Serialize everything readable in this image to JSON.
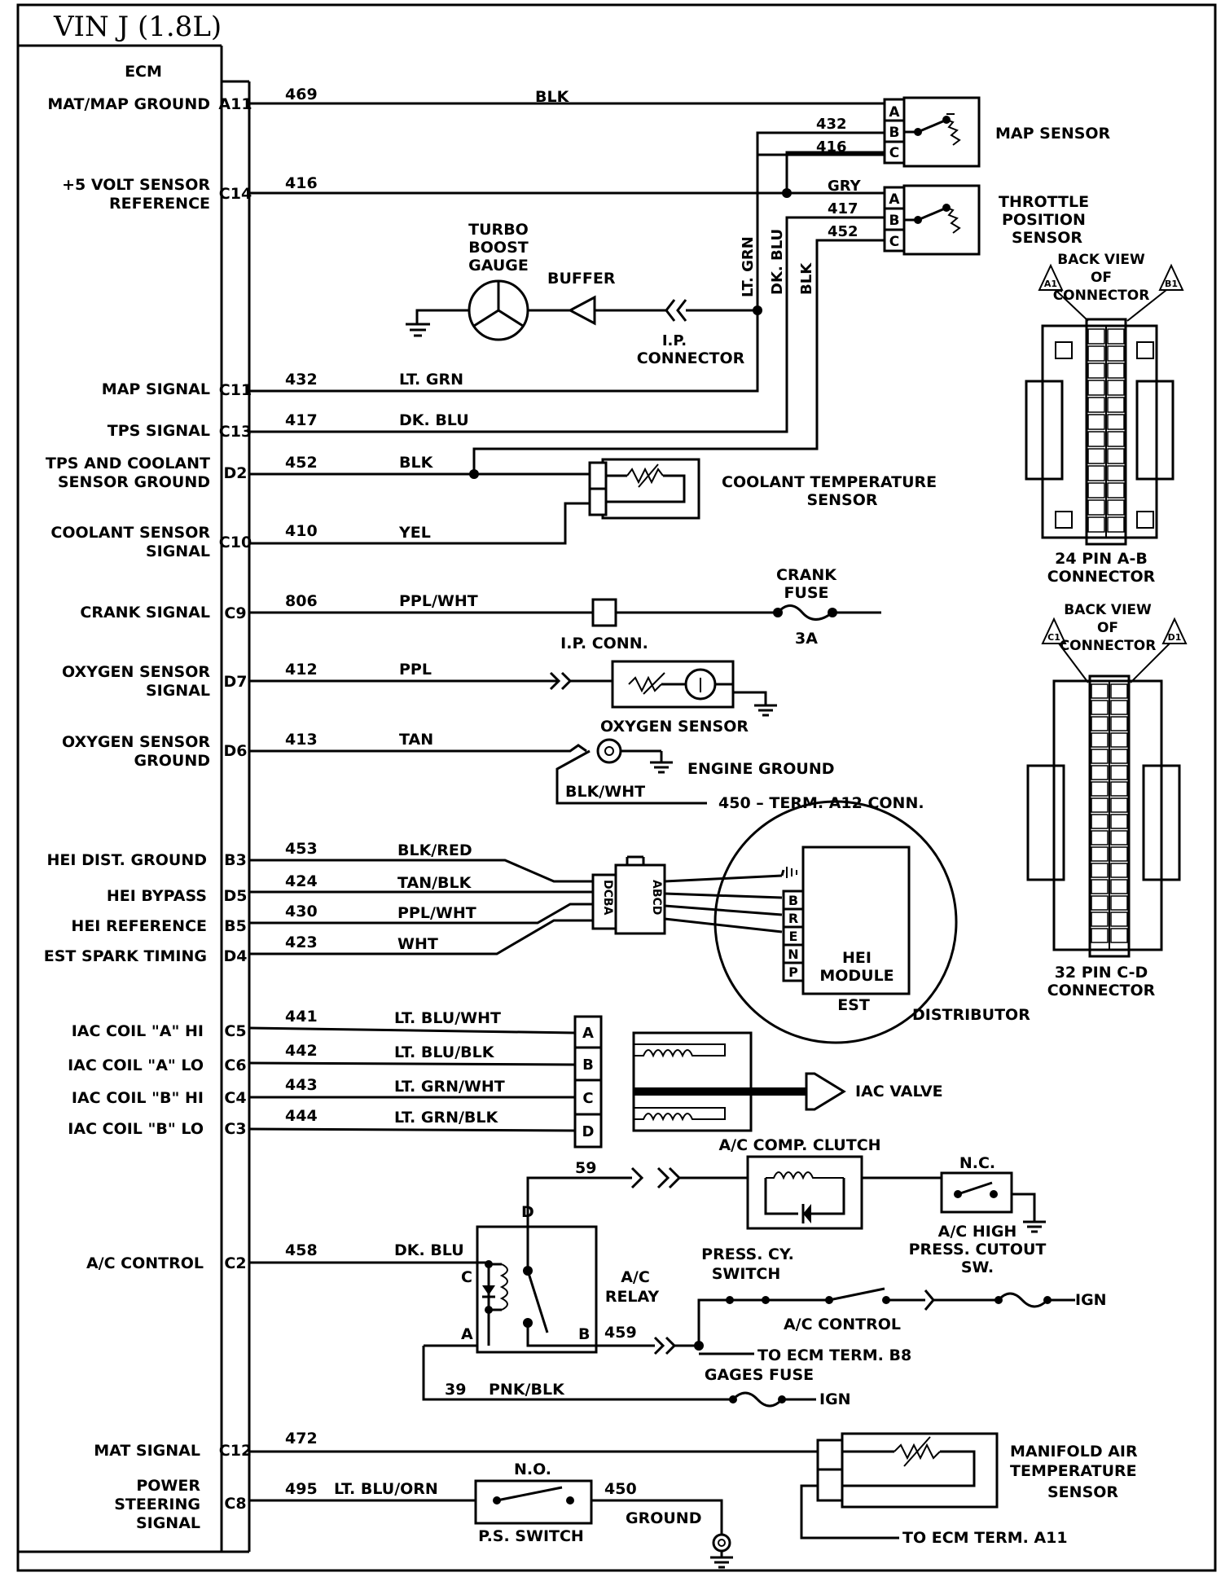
{
  "title": "VIN J (1.8L)",
  "ecm": {
    "label": "ECM",
    "pins": [
      {
        "name": "MAT/MAP GROUND",
        "pin": "A11"
      },
      {
        "name": "+5 VOLT SENSOR",
        "name2": "REFERENCE",
        "pin": "C14"
      },
      {
        "name": "MAP SIGNAL",
        "pin": "C11"
      },
      {
        "name": "TPS SIGNAL",
        "pin": "C13"
      },
      {
        "name": "TPS AND COOLANT",
        "name2": "SENSOR GROUND",
        "pin": "D2"
      },
      {
        "name": "COOLANT SENSOR",
        "name2": "SIGNAL",
        "pin": "C10"
      },
      {
        "name": "CRANK SIGNAL",
        "pin": "C9"
      },
      {
        "name": "OXYGEN SENSOR",
        "name2": "SIGNAL",
        "pin": "D7"
      },
      {
        "name": "OXYGEN SENSOR",
        "name2": "GROUND",
        "pin": "D6"
      },
      {
        "name": "HEI DIST. GROUND",
        "pin": "B3"
      },
      {
        "name": "HEI BYPASS",
        "pin": "D5"
      },
      {
        "name": "HEI REFERENCE",
        "pin": "B5"
      },
      {
        "name": "EST SPARK TIMING",
        "pin": "D4"
      },
      {
        "name": "IAC COIL \"A\" HI",
        "pin": "C5"
      },
      {
        "name": "IAC COIL \"A\" LO",
        "pin": "C6"
      },
      {
        "name": "IAC COIL \"B\" HI",
        "pin": "C4"
      },
      {
        "name": "IAC COIL \"B\" LO",
        "pin": "C3"
      },
      {
        "name": "A/C CONTROL",
        "pin": "C2"
      },
      {
        "name": "MAT SIGNAL",
        "pin": "C12"
      },
      {
        "name": "POWER",
        "name2": "STEERING",
        "name3": "SIGNAL",
        "pin": "C8"
      }
    ]
  },
  "circuits": [
    {
      "num": "469",
      "color": "BLK"
    },
    {
      "num": "416",
      "color": ""
    },
    {
      "num": "432",
      "color": "LT. GRN"
    },
    {
      "num": "417",
      "color": "DK. BLU"
    },
    {
      "num": "452",
      "color": "BLK"
    },
    {
      "num": "410",
      "color": "YEL"
    },
    {
      "num": "806",
      "color": "PPL/WHT"
    },
    {
      "num": "412",
      "color": "PPL"
    },
    {
      "num": "413",
      "color": "TAN"
    },
    {
      "num": "453",
      "color": "BLK/RED"
    },
    {
      "num": "424",
      "color": "TAN/BLK"
    },
    {
      "num": "430",
      "color": "PPL/WHT"
    },
    {
      "num": "423",
      "color": "WHT"
    },
    {
      "num": "441",
      "color": "LT. BLU/WHT"
    },
    {
      "num": "442",
      "color": "LT. BLU/BLK"
    },
    {
      "num": "443",
      "color": "LT. GRN/WHT"
    },
    {
      "num": "444",
      "color": "LT. GRN/BLK"
    },
    {
      "num": "458",
      "color": "DK. BLU"
    },
    {
      "num": "472",
      "color": ""
    },
    {
      "num": "495",
      "color": "LT. BLU/ORN"
    }
  ],
  "map_sensor": {
    "label": "MAP SENSOR",
    "pins": [
      "A",
      "B",
      "C"
    ],
    "w_b": "432",
    "w_c": "416"
  },
  "tps": {
    "label1": "THROTTLE",
    "label2": "POSITION",
    "label3": "SENSOR",
    "pins": [
      "A",
      "B",
      "C"
    ],
    "w_a": "GRY",
    "w_b": "417",
    "w_c": "452"
  },
  "vertical_labels": {
    "ltgrn": "LT. GRN",
    "dkblu": "DK. BLU",
    "blk": "BLK"
  },
  "turbo": {
    "l1": "TURBO",
    "l2": "BOOST",
    "l3": "GAUGE",
    "buffer": "BUFFER",
    "ip1": "I.P.",
    "ip2": "CONNECTOR"
  },
  "coolant": {
    "l1": "COOLANT TEMPERATURE",
    "l2": "SENSOR"
  },
  "crank": {
    "fuse1": "CRANK",
    "fuse2": "FUSE",
    "amp": "3A",
    "ip": "I.P. CONN."
  },
  "oxygen": {
    "label": "OXYGEN SENSOR",
    "engine_ground": "ENGINE GROUND",
    "blkwht": "BLK/WHT",
    "term": "450 – TERM. A12 CONN."
  },
  "hei": {
    "conn_left": "DCBA",
    "conn_right": "ABCD",
    "pins": [
      "B",
      "R",
      "E",
      "N",
      "P"
    ],
    "m1": "HEI",
    "m2": "MODULE",
    "est": "EST",
    "dist": "DISTRIBUTOR"
  },
  "iac": {
    "pins": [
      "A",
      "B",
      "C",
      "D"
    ],
    "label": "IAC VALVE"
  },
  "ac": {
    "clutch": "A/C COMP.  CLUTCH",
    "w59": "59",
    "nc": "N.C.",
    "hp1": "A/C HIGH",
    "hp2": "PRESS. CUTOUT",
    "hp3": "SW.",
    "relay1": "A/C",
    "relay2": "RELAY",
    "D": "D",
    "C": "C",
    "A": "A",
    "B": "B",
    "press1": "PRESS. CY.",
    "press2": "SWITCH",
    "control": "A/C CONTROL",
    "ign": "IGN",
    "w459": "459",
    "to_b8": "TO ECM TERM. B8",
    "w39": "39",
    "pnkblk": "PNK/BLK",
    "gages": "GAGES FUSE",
    "ign2": "IGN"
  },
  "mat": {
    "l1": "MANIFOLD AIR",
    "l2": "TEMPERATURE",
    "l3": "SENSOR",
    "to_a11": "TO ECM TERM. A11"
  },
  "ps": {
    "no": "N.O.",
    "label": "P.S. SWITCH",
    "w450": "450",
    "ground": "GROUND"
  },
  "conn_ab": {
    "back1": "BACK VIEW",
    "back2": "OF",
    "back3": "CONNECTOR",
    "a1": "A1",
    "b1": "B1",
    "l1": "24 PIN A-B",
    "l2": "CONNECTOR"
  },
  "conn_cd": {
    "back1": "BACK VIEW",
    "back2": "OF",
    "back3": "CONNECTOR",
    "c1": "C1",
    "d1": "D1",
    "l1": "32 PIN C-D",
    "l2": "CONNECTOR"
  }
}
